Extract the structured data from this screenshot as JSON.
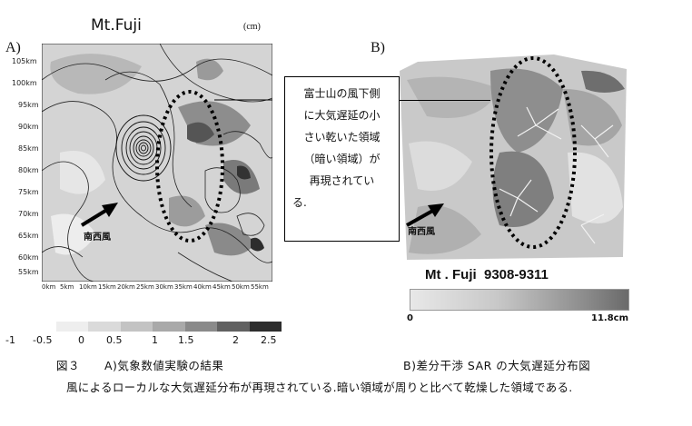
{
  "panel_a": {
    "label": "A)",
    "title": "Mt.Fuji",
    "unit": "(cm)",
    "y_ticks": [
      "105km",
      "100km",
      "95km",
      "90km",
      "85km",
      "80km",
      "75km",
      "70km",
      "65km",
      "60km",
      "55km"
    ],
    "x_ticks": [
      "0km",
      "5km",
      "10km",
      "15km",
      "20km",
      "25km",
      "30km",
      "35km",
      "40km",
      "45km",
      "50km",
      "55km"
    ],
    "wind_label": "南西風"
  },
  "panel_b": {
    "label": "B)",
    "title": "Mt . Fuji  9308-9311",
    "wind_label": "南西風",
    "colorbar_min": "0",
    "colorbar_max": "11.8cm"
  },
  "callout_lines": [
    "富士山の風下側",
    "に大気遅延の小",
    "さい乾いた領域",
    "（暗い領域）が",
    "再現されてい",
    "る."
  ],
  "colorbar_a": {
    "labels": [
      "-1",
      "-0.5",
      "0",
      "0.5",
      "1",
      "1.5",
      "2",
      "2.5"
    ],
    "colors": [
      "#ffffff",
      "#eeeeee",
      "#dadada",
      "#c3c3c3",
      "#a9a9a9",
      "#8a8a8a",
      "#616161",
      "#2d2d2d"
    ]
  },
  "captions": {
    "fig_label": "図３",
    "caption_a": "A)気象数値実験の結果",
    "caption_b": "B)差分干渉 SAR の大気遅延分布図",
    "body": "風によるローカルな大気遅延分布が再現されている.暗い領域が周りと比べて乾燥した領域である."
  }
}
